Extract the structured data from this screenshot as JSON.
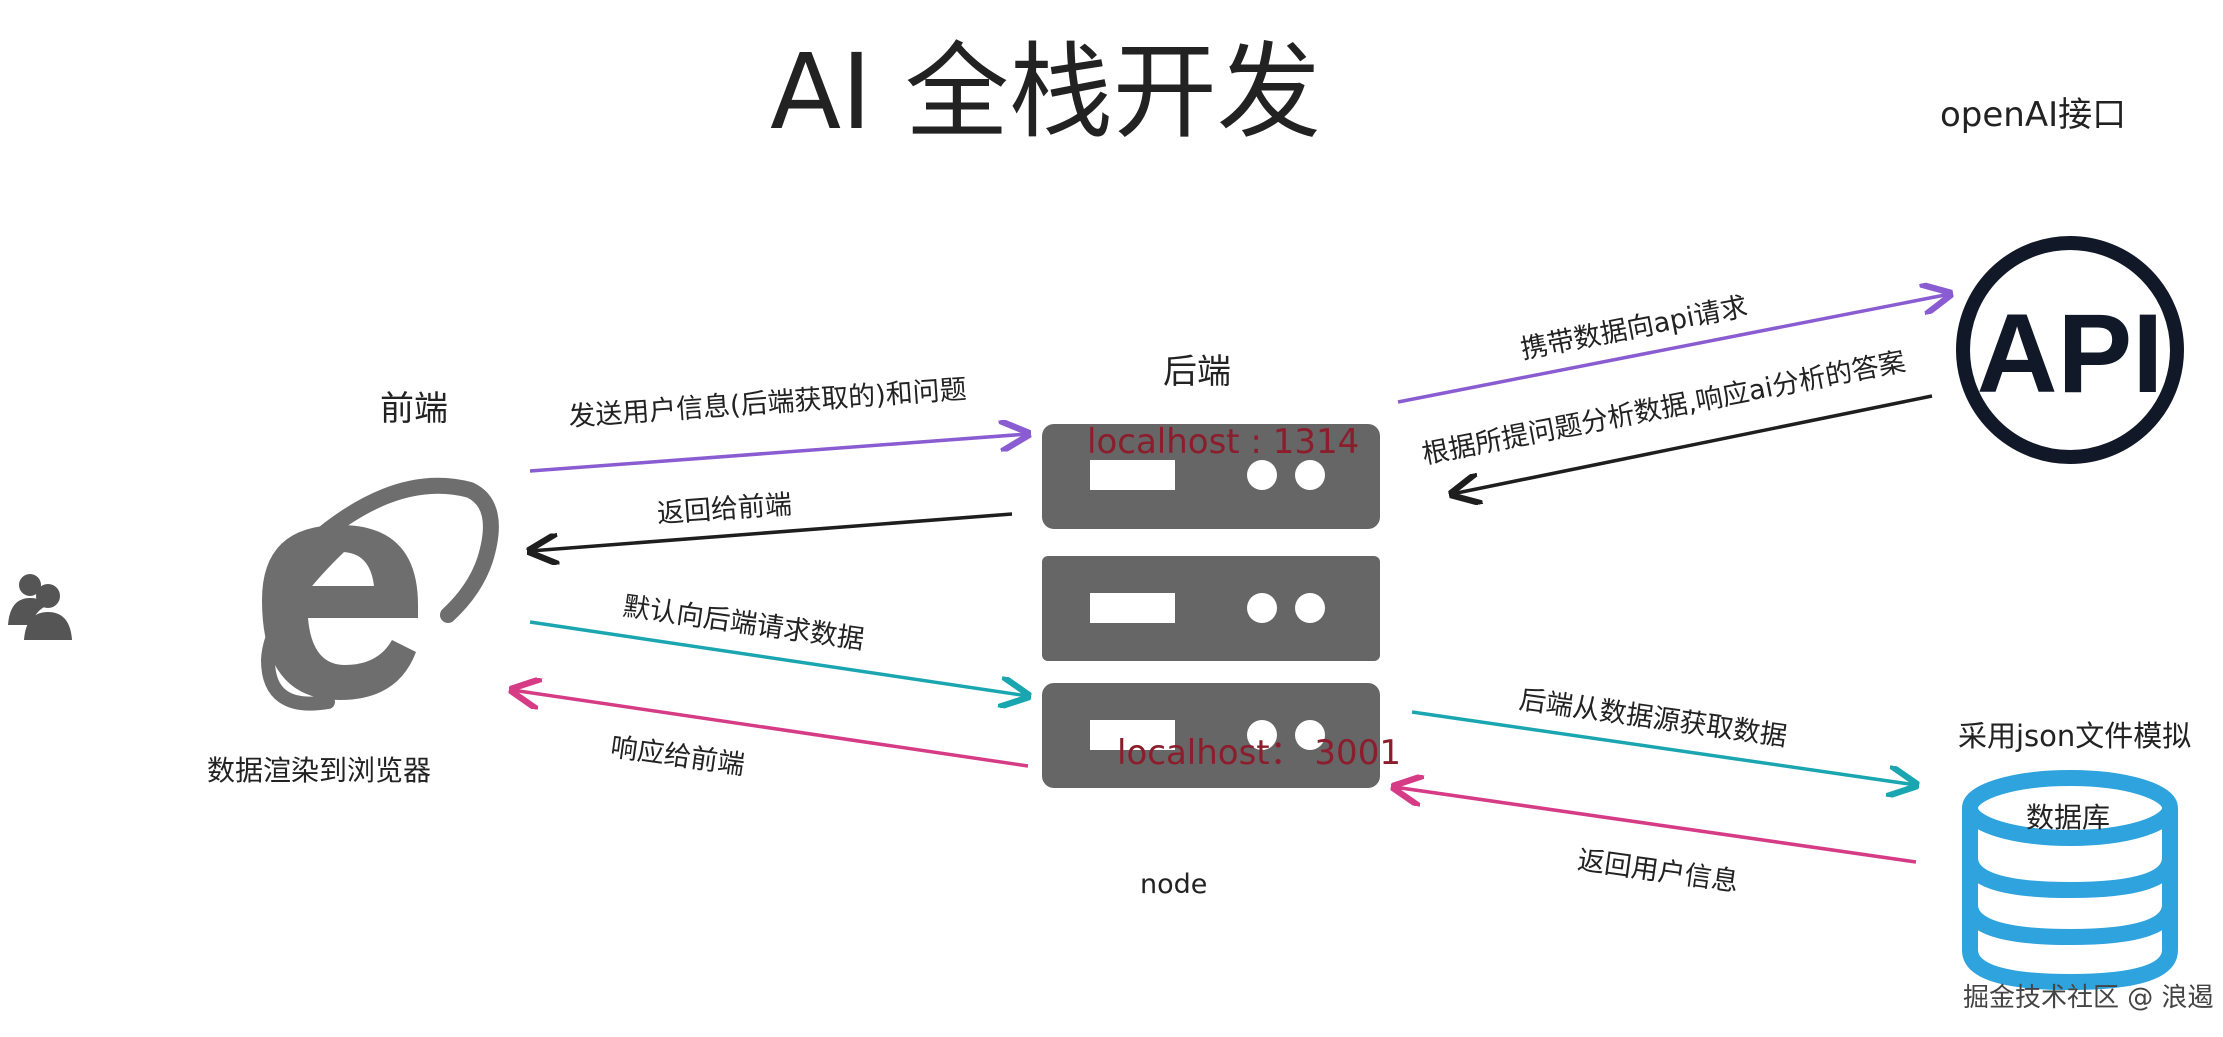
{
  "title": "AI 全栈开发",
  "nodes": {
    "frontend": "前端",
    "frontend_caption": "数据渲染到浏览器",
    "backend": "后端",
    "backend_caption": "node",
    "host_top": "localhost : 1314",
    "host_bottom": "localhost： 3001",
    "api": "openAI接口",
    "api_logo": "API",
    "db_caption": "采用json文件模拟",
    "db_label": "数据库"
  },
  "edges": {
    "send_question": "发送用户信息(后端获取的)和问题",
    "return_front": "返回给前端",
    "default_request": "默认向后端请求数据",
    "respond_front": "响应给前端",
    "carry_request": "携带数据向api请求",
    "api_answer": "根据所提问题分析数据,响应ai分析的答案",
    "fetch_source": "后端从数据源获取数据",
    "return_user": "返回用户信息"
  },
  "watermark": "掘金技术社区 @ 浪遏",
  "colors": {
    "purple": "#8a5cd1",
    "black": "#1e1e1e",
    "teal": "#1aa6b0",
    "pink": "#d63c86",
    "server": "#666666",
    "browser": "#6e6e6e",
    "api_ring": "#111827",
    "db_blue": "#2ea3dd",
    "host_text": "#8b1d2c"
  }
}
